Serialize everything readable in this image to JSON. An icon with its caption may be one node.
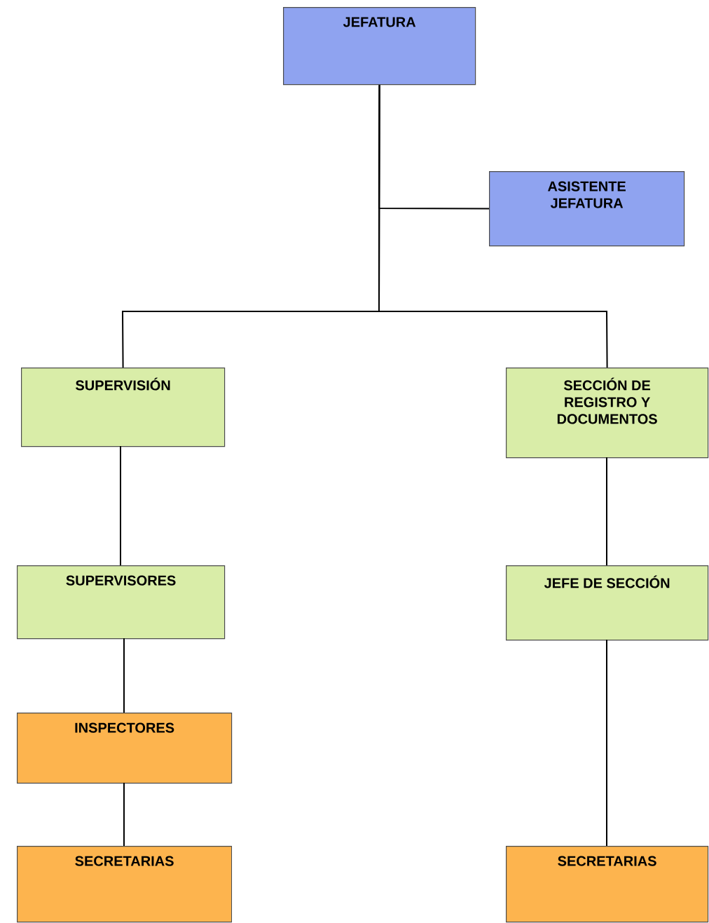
{
  "diagram": {
    "nodes": [
      {
        "text": [
          "JEFATURA"
        ]
      },
      {
        "text": [
          "ASISTENTE JEFATURA"
        ]
      },
      {
        "text": [
          "SUPERVISIÓN"
        ]
      },
      {
        "text": [
          "SECCIÓN DE REGISTRO Y DOCUMENTOS"
        ]
      },
      {
        "text": [
          "SUPERVISORES"
        ]
      },
      {
        "text": [
          "JEFE DE SECCIÓN"
        ]
      },
      {
        "text": [
          "INSPECTORES"
        ]
      },
      {
        "text": [
          "SECRETARIAS"
        ]
      },
      {
        "text": [
          "SECRETARIAS"
        ]
      }
    ],
    "edges": [
      {
        "from": 0,
        "to": 1,
        "arrow": "none"
      },
      {
        "from": 0,
        "to": 2,
        "arrow": "none"
      },
      {
        "from": 0,
        "to": 3,
        "arrow": "none"
      },
      {
        "from": 2,
        "to": 4,
        "arrow": "none"
      },
      {
        "from": 4,
        "to": 6,
        "arrow": "none"
      },
      {
        "from": 6,
        "to": 7,
        "arrow": "none"
      },
      {
        "from": 3,
        "to": 5,
        "arrow": "none"
      },
      {
        "from": 5,
        "to": 8,
        "arrow": "none"
      }
    ]
  }
}
